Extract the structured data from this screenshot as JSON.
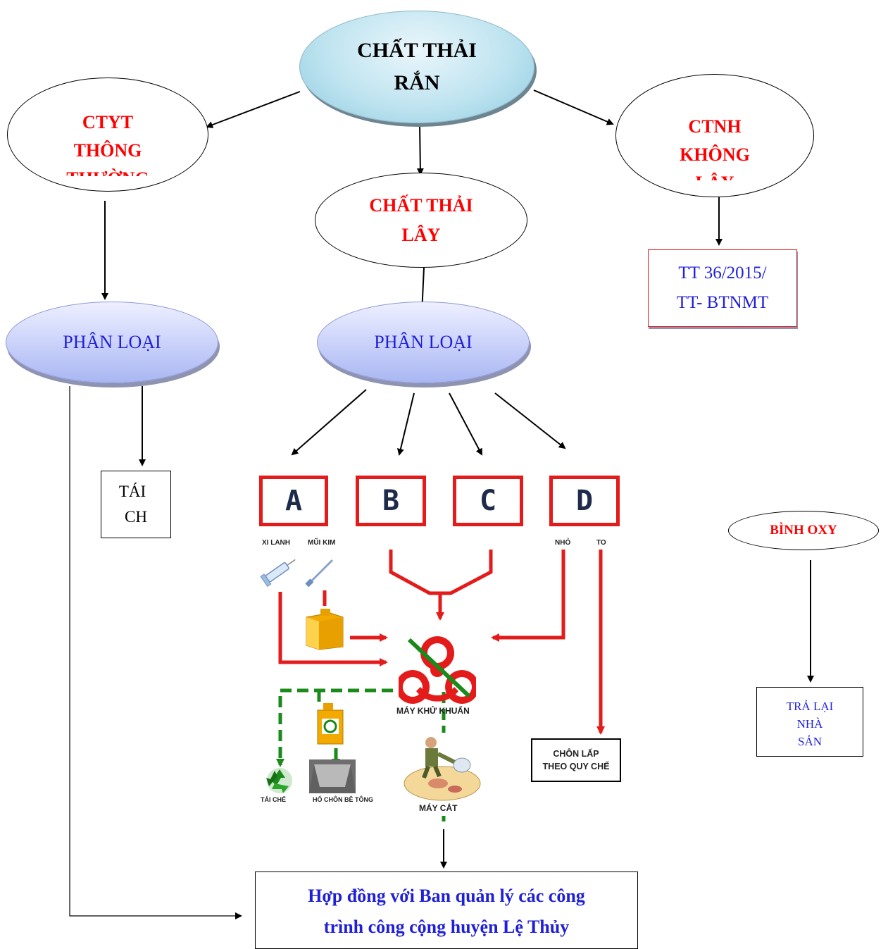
{
  "root": {
    "line1": "CHẤT THẢI",
    "line2": "RẮN"
  },
  "ctyt": {
    "line1": "CTYT",
    "line2": "THÔNG",
    "line3": "THƯỜNG"
  },
  "lay": {
    "line1": "CHẤT THẢI",
    "line2": "LÂY"
  },
  "ctnh": {
    "line1": "CTNH",
    "line2": "KHÔNG",
    "line3": "LÂY"
  },
  "tt": {
    "line1": "TT 36/2015/",
    "line2": "TT- BTNMT"
  },
  "phan_loai_left": "PHÂN LOẠI",
  "phan_loai_mid": "PHÂN LOẠI",
  "tai_che_box": {
    "line1": "TÁI",
    "line2": "CH"
  },
  "categories": [
    "A",
    "B",
    "C",
    "D"
  ],
  "labels": {
    "xi_lanh": "XI LANH",
    "mui_kim": "MŨI KIM",
    "nho": "NHỎ",
    "to": "TO",
    "may_khu_khuan": "MÁY KHỬ KHUẨN",
    "may_cat": "MÁY CẮT",
    "tai_che": "TÁI CHẾ",
    "ho_chon": "HỐ CHÔN BÊ TÔNG",
    "chon_lap_1": "CHÔN LẤP",
    "chon_lap_2": "THEO QUY CHẾ"
  },
  "binh_oxy": "BÌNH OXY",
  "tra_lai": {
    "line1": "TRẢ LẠI",
    "line2": "NHÀ",
    "line3": "SẢN"
  },
  "contract": {
    "line1": "Hợp đồng với Ban quản lý các công",
    "line2": "trình công cộng huyện Lệ Thủy"
  },
  "colors": {
    "red": "#ff0000",
    "blue": "#1f1fd8",
    "box_red": "#e31b1b",
    "flow_green": "#1a8a1a",
    "navy": "#1f2b4a"
  }
}
